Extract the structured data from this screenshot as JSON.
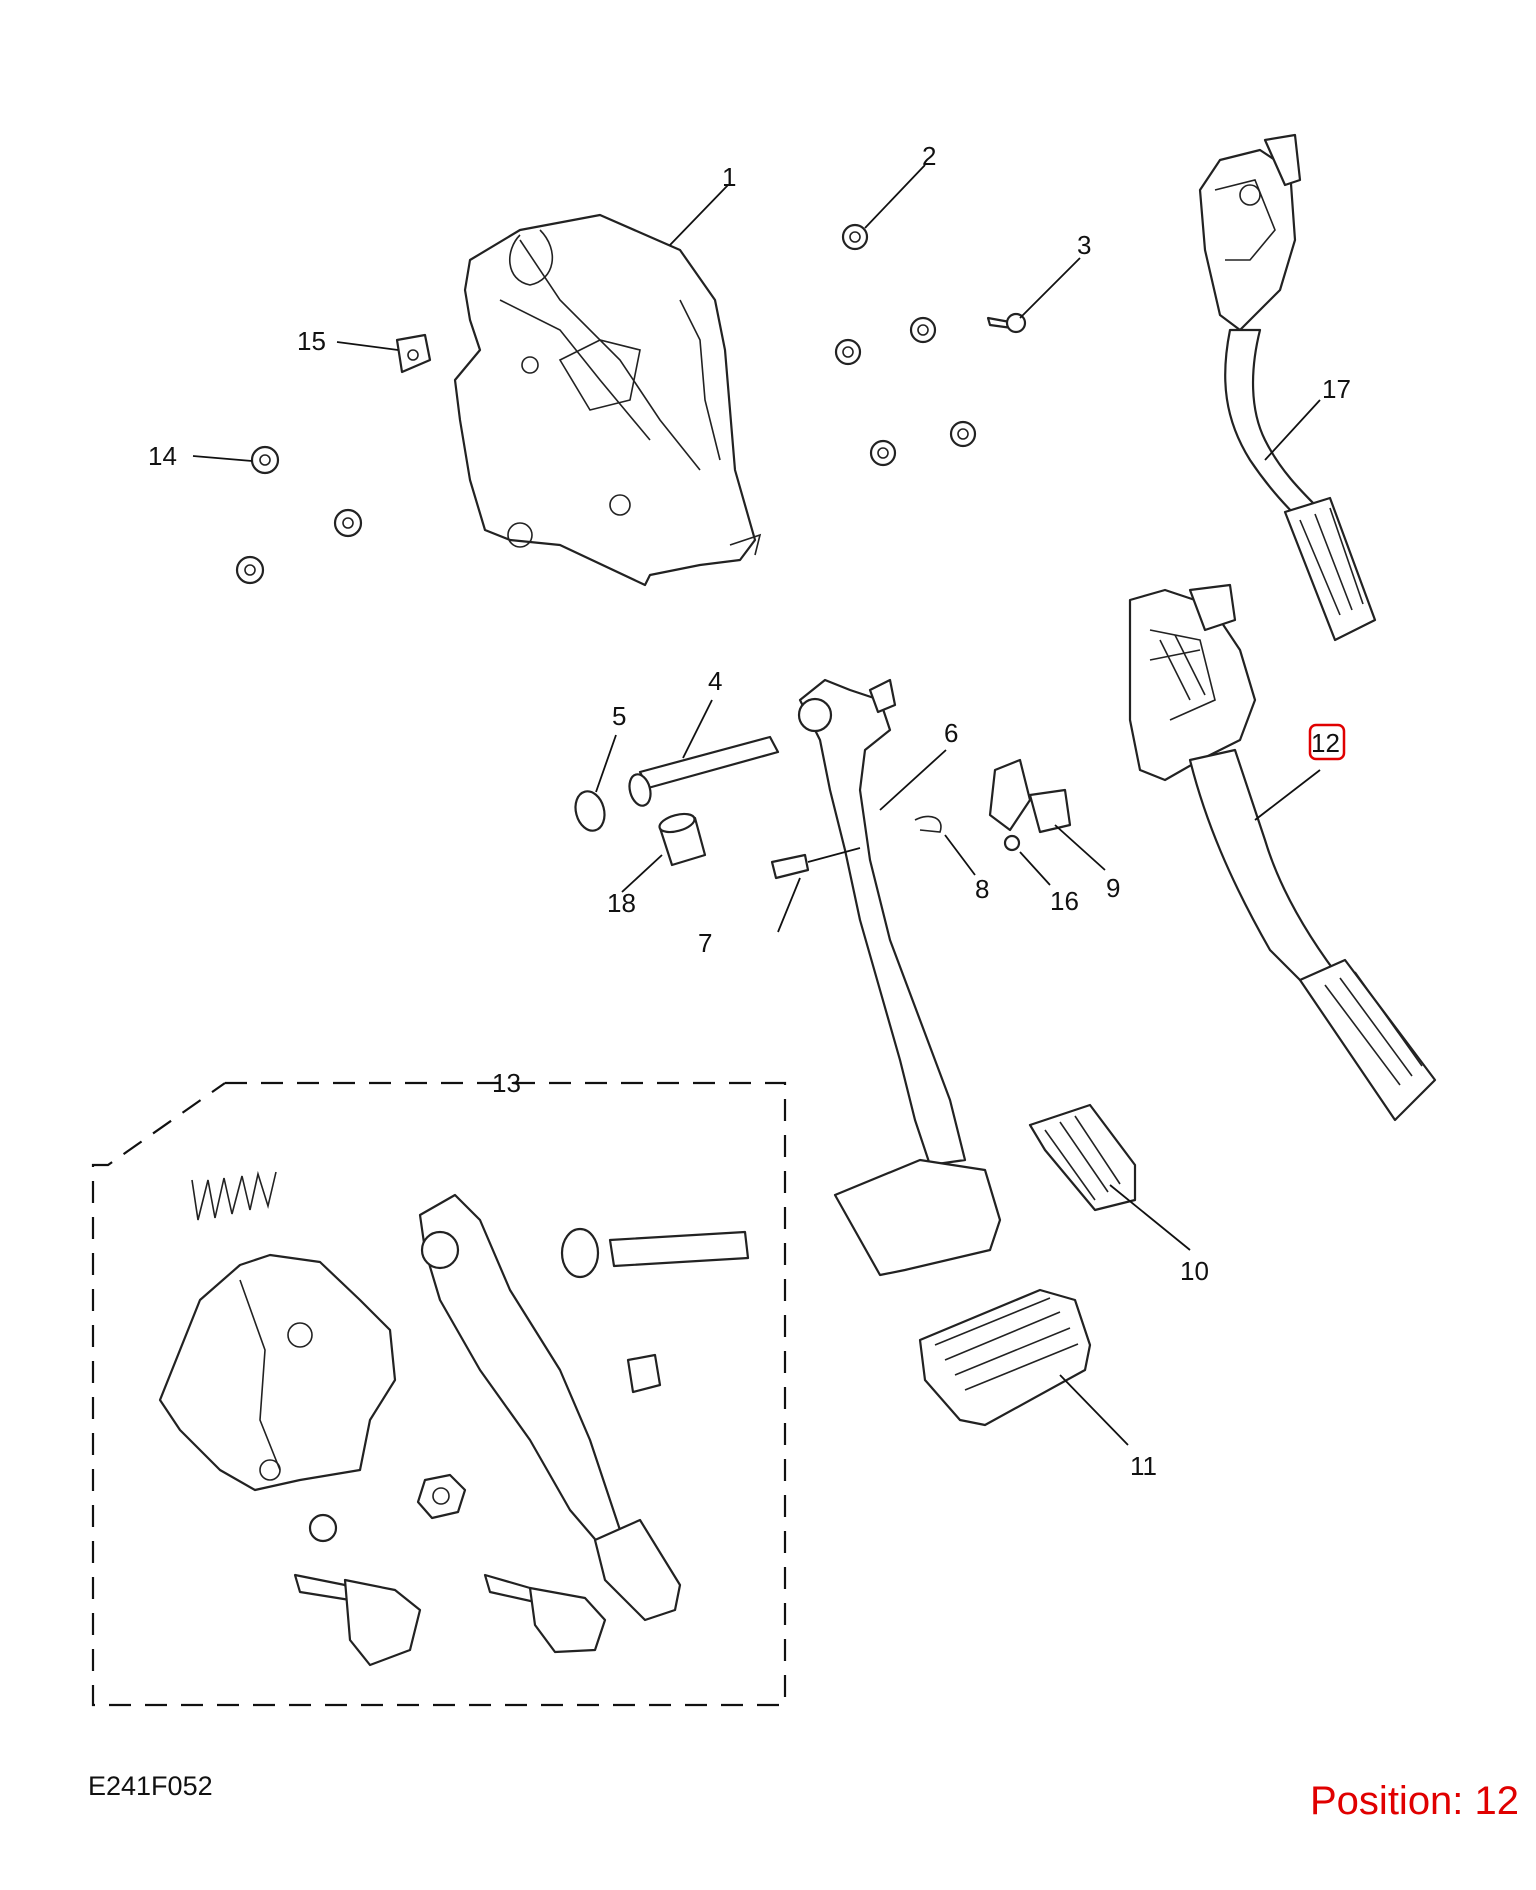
{
  "diagram": {
    "code": "E241F052",
    "position_label": "Position: 12",
    "highlight_color": "#e00000",
    "callouts": [
      {
        "id": "1",
        "text": "1"
      },
      {
        "id": "2",
        "text": "2"
      },
      {
        "id": "3",
        "text": "3"
      },
      {
        "id": "4",
        "text": "4"
      },
      {
        "id": "5",
        "text": "5"
      },
      {
        "id": "6",
        "text": "6"
      },
      {
        "id": "7",
        "text": "7"
      },
      {
        "id": "8",
        "text": "8"
      },
      {
        "id": "9",
        "text": "9"
      },
      {
        "id": "10",
        "text": "10"
      },
      {
        "id": "11",
        "text": "11"
      },
      {
        "id": "12",
        "text": "12"
      },
      {
        "id": "13",
        "text": "13"
      },
      {
        "id": "14",
        "text": "14"
      },
      {
        "id": "15",
        "text": "15"
      },
      {
        "id": "16",
        "text": "16"
      },
      {
        "id": "17",
        "text": "17"
      },
      {
        "id": "18",
        "text": "18"
      }
    ]
  }
}
